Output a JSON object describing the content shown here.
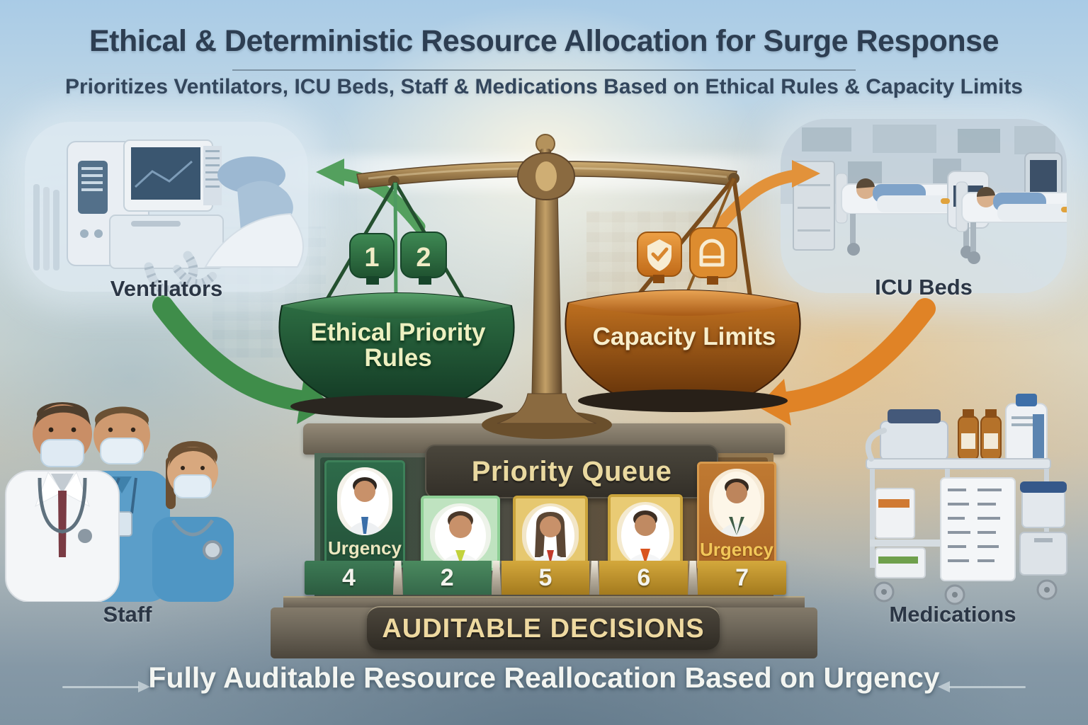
{
  "header": {
    "title": "Ethical & Deterministic Resource Allocation for Surge Response",
    "subtitle": "Prioritizes Ventilators, ICU Beds, Staff & Medications Based on Ethical Rules & Capacity Limits"
  },
  "resource_labels": {
    "ventilators": "Ventilators",
    "icu_beds": "ICU Beds",
    "staff": "Staff",
    "medications": "Medications"
  },
  "scale": {
    "left_pan": {
      "label": "Ethical Priority Rules",
      "tags": [
        "1",
        "2"
      ]
    },
    "right_pan": {
      "label": "Capacity Limits",
      "tag_icons": [
        "shield-check",
        "arch-lock"
      ]
    }
  },
  "queue": {
    "title": "Priority Queue",
    "left_urgency_label": "Urgency",
    "right_urgency_label": "Urgency",
    "slot_numbers": [
      "4",
      "2",
      "5",
      "6",
      "7"
    ]
  },
  "banner": {
    "label": "AUDITABLE DECISIONS"
  },
  "footer": {
    "caption": "Fully Auditable Resource Reallocation Based on Urgency"
  },
  "colors": {
    "accent_green": "#2f7a46",
    "accent_orange": "#d9822b",
    "gold_text": "#ead9a0",
    "title_navy": "#2d3e52"
  }
}
